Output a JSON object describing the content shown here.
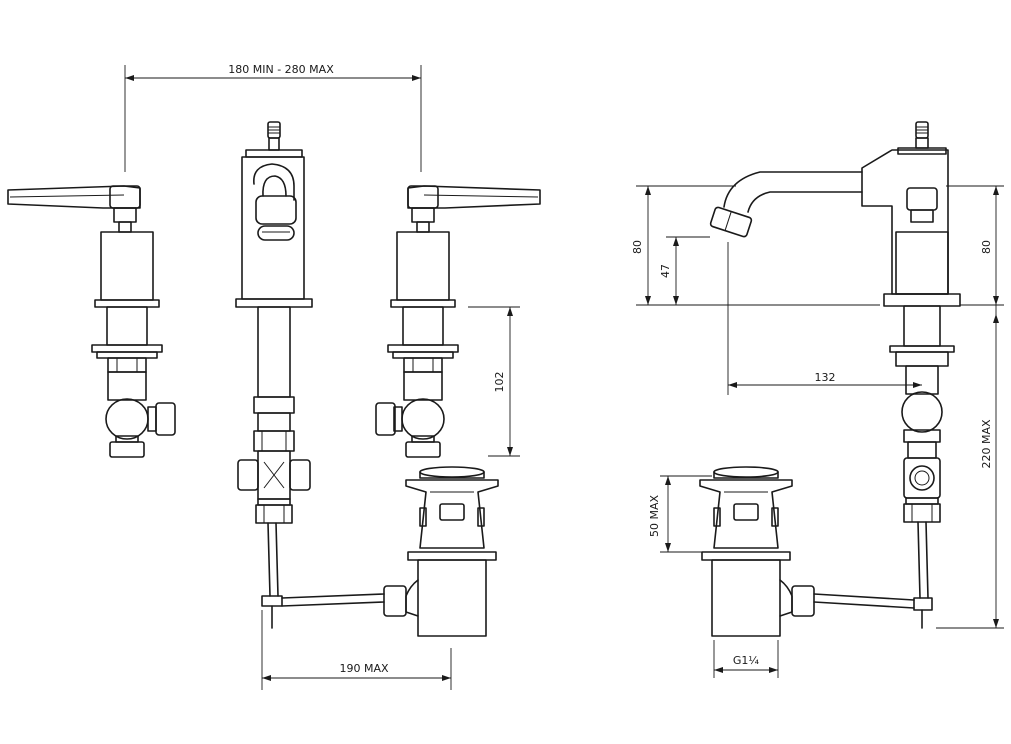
{
  "dimensions": {
    "spacing": "180 MIN - 280 MAX",
    "riser_height": "102",
    "waste_rod_reach": "190 MAX",
    "spout_height": "80",
    "outlet_height": "47",
    "spout_projection": "132",
    "body_height": "80",
    "max_mount_depth": "220 MAX",
    "pop_up_height": "50 MAX",
    "waste_thread": "G1¼"
  }
}
